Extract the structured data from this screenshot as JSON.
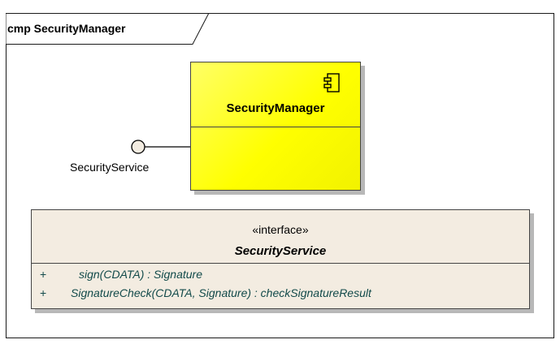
{
  "diagram": {
    "frame_title": "cmp SecurityManager",
    "component": {
      "name": "SecurityManager",
      "icon": "component-icon",
      "fill_color": "#ffff00"
    },
    "provided_interface": {
      "label": "SecurityService"
    },
    "interface_class": {
      "stereotype": "«interface»",
      "name": "SecurityService",
      "fill_color": "#f3ece1",
      "operations": [
        {
          "visibility": "+",
          "signature": "sign(CDATA) : Signature"
        },
        {
          "visibility": "+",
          "signature": "SignatureCheck(CDATA, Signature) : checkSignatureResult"
        }
      ]
    }
  }
}
